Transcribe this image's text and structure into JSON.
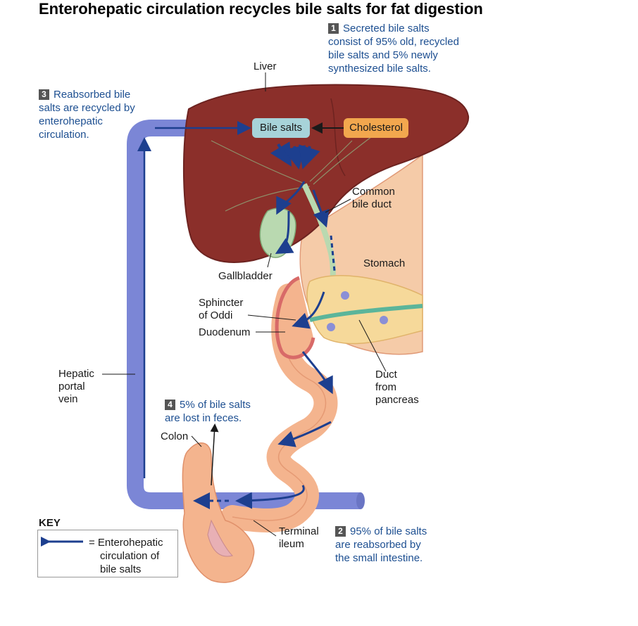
{
  "title": "Enterohepatic circulation recycles bile salts for fat digestion",
  "labels": {
    "liver": "Liver",
    "bile_salts": "Bile salts",
    "cholesterol": "Cholesterol",
    "common_bile_duct_1": "Common",
    "common_bile_duct_2": "bile duct",
    "gallbladder": "Gallbladder",
    "stomach": "Stomach",
    "sphincter_1": "Sphincter",
    "sphincter_2": "of Oddi",
    "duodenum": "Duodenum",
    "duct_pancreas_1": "Duct",
    "duct_pancreas_2": "from",
    "duct_pancreas_3": "pancreas",
    "hepatic_1": "Hepatic",
    "hepatic_2": "portal",
    "hepatic_3": "vein",
    "colon": "Colon",
    "terminal_1": "Terminal",
    "terminal_2": "ileum"
  },
  "steps": {
    "s1": {
      "num": "1",
      "line1": "Secreted bile salts",
      "line2": "consist of 95% old, recycled",
      "line3": "bile salts and 5% newly",
      "line4": "synthesized bile salts."
    },
    "s2": {
      "num": "2",
      "line1": "95% of bile salts",
      "line2": "are reabsorbed by",
      "line3": "the small intestine."
    },
    "s3": {
      "num": "3",
      "line1": "Reabsorbed bile",
      "line2": "salts are recycled by",
      "line3": "enterohepatic",
      "line4": "circulation."
    },
    "s4": {
      "num": "4",
      "line1": "5% of bile salts",
      "line2": "are lost in feces."
    }
  },
  "key": {
    "title": "KEY",
    "line1": "= Enterohepatic",
    "line2": "circulation of",
    "line3": "bile salts"
  },
  "colors": {
    "liver": "#8b2f2a",
    "vein": "#7b86d6",
    "arrow": "#1d3f8f",
    "intestine": "#f4b48e",
    "gallbladder": "#b9d9b0",
    "step_text": "#1d4f91"
  }
}
